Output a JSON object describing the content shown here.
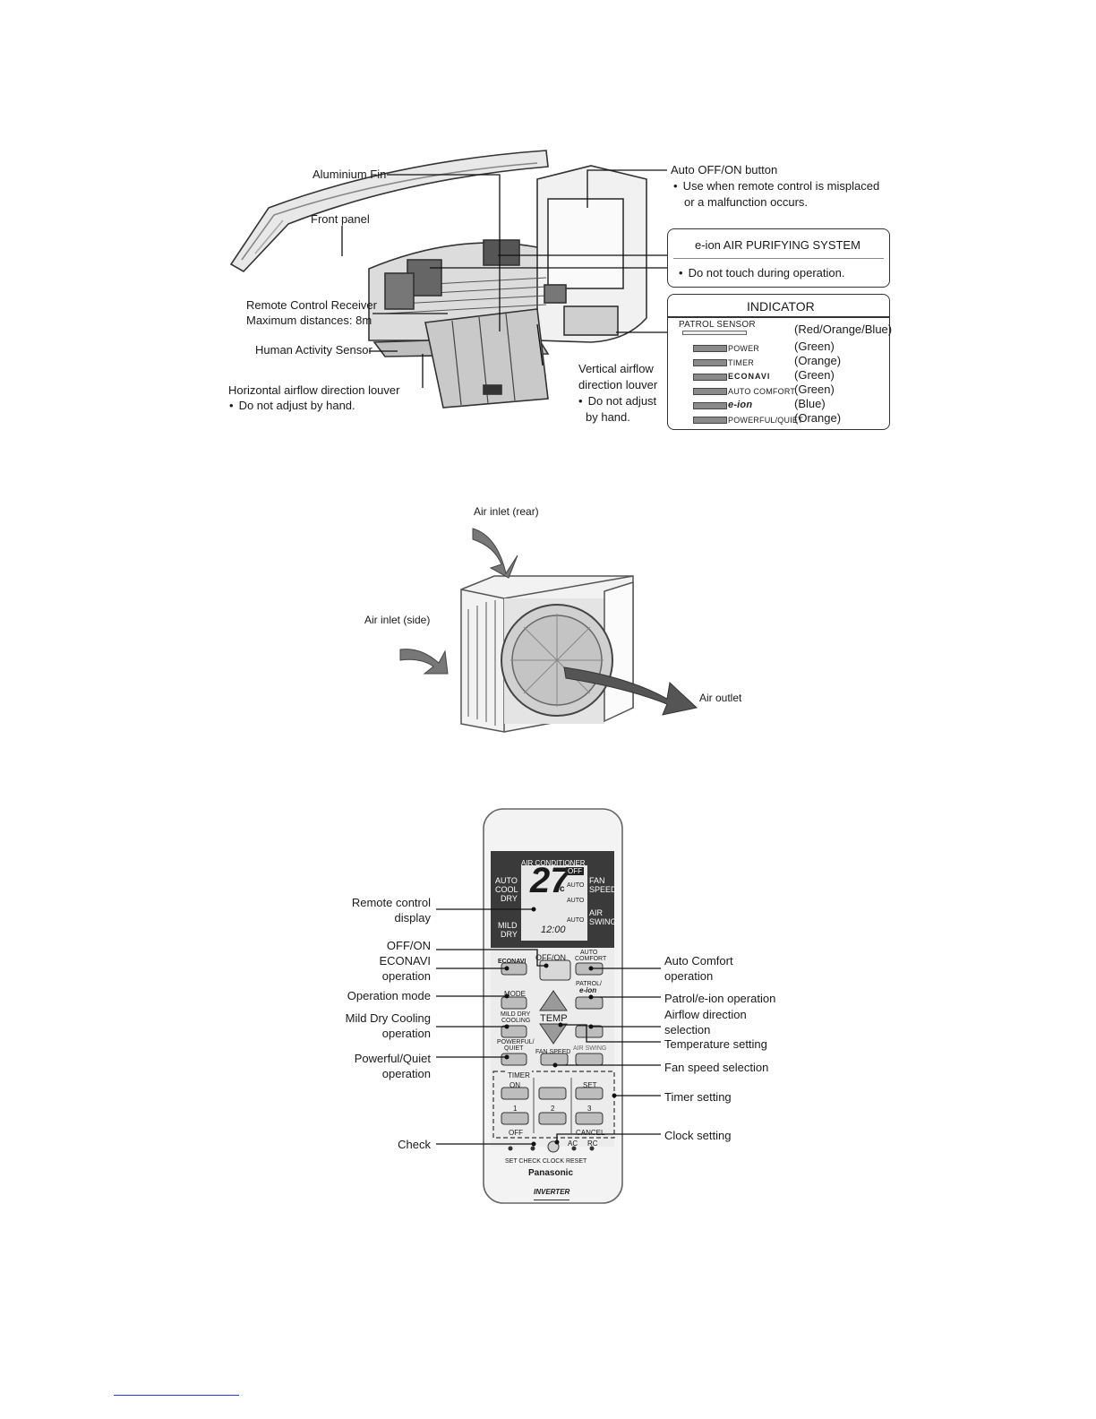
{
  "indoor": {
    "aluminium_fin": "Aluminium Fin",
    "front_panel": "Front panel",
    "auto_btn_title": "Auto OFF/ON button",
    "auto_btn_note_1": "Use when remote control is misplaced",
    "auto_btn_note_2": "or a malfunction occurs.",
    "eion_title": "e-ion AIR PURIFYING SYSTEM",
    "eion_note": "Do not touch during operation.",
    "receiver_1": "Remote Control Receiver",
    "receiver_2": "Maximum distances: 8m",
    "human_sensor": "Human Activity Sensor",
    "horiz_louver": "Horizontal airflow direction louver",
    "horiz_note": "Do not adjust by hand.",
    "vert_louver_1": "Vertical airflow",
    "vert_louver_2": "direction louver",
    "vert_note_1": "Do not adjust",
    "vert_note_2": "by hand."
  },
  "indicator": {
    "title": "INDICATOR",
    "patrol": "PATROL SENSOR",
    "patrol_color": "(Red/Orange/Blue)",
    "rows": [
      {
        "name": "POWER",
        "color": "(Green)"
      },
      {
        "name": "TIMER",
        "color": "(Orange)"
      },
      {
        "name": "ECONAVI",
        "color": "(Green)"
      },
      {
        "name": "AUTO COMFORT",
        "color": "(Green)"
      },
      {
        "name": "e-ion",
        "color": "(Blue)"
      },
      {
        "name": "POWERFUL/QUIET",
        "color": "(Orange)"
      }
    ]
  },
  "outdoor": {
    "inlet_rear": "Air inlet (rear)",
    "inlet_side": "Air inlet (side)",
    "outlet": "Air outlet"
  },
  "remote": {
    "header": "AIR CONDITIONER",
    "temp": "27",
    "unit": "°c",
    "off": "OFF",
    "auto_cool_dry": [
      "AUTO",
      "COOL",
      "DRY"
    ],
    "mild_dry": [
      "MILD",
      "DRY"
    ],
    "auto": "AUTO",
    "fan_speed": [
      "FAN",
      "SPEED"
    ],
    "air_swing": [
      "AIR",
      "SWING"
    ],
    "clock": "12:00",
    "offon": "OFF/ON",
    "econavi": "ECONAVI",
    "auto_comfort": [
      "AUTO",
      "COMFORT"
    ],
    "mode": "MODE",
    "patrol_eion": [
      "PATROL/",
      "e-ion"
    ],
    "mild_dry_cooling": [
      "MILD DRY",
      "COOLING"
    ],
    "temp_label": "TEMP",
    "powerful_quiet": [
      "POWERFUL/",
      "QUIET"
    ],
    "fan_speed_btn": "FAN SPEED",
    "air_swing_btn": "AIR SWING",
    "timer": "TIMER",
    "on": "ON",
    "set": "SET",
    "n1": "1",
    "n2": "2",
    "n3": "3",
    "off_btn": "OFF",
    "cancel": "CANCEL",
    "ac": "AC",
    "rc": "RC",
    "bottom_labels": "SET  CHECK  CLOCK      RESET",
    "brand": "Panasonic",
    "inverter": "INVERTER",
    "callouts_left": {
      "display_1": "Remote control",
      "display_2": "display",
      "offon": "OFF/ON",
      "econavi_1": "ECONAVI",
      "econavi_2": "operation",
      "mode": "Operation mode",
      "mild_1": "Mild Dry Cooling",
      "mild_2": "operation",
      "pq_1": "Powerful/Quiet",
      "pq_2": "operation",
      "check": "Check"
    },
    "callouts_right": {
      "ac_1": "Auto Comfort",
      "ac_2": "operation",
      "patrol": "Patrol/e-ion operation",
      "air_1": "Airflow direction",
      "air_2": "selection",
      "temp": "Temperature setting",
      "fan": "Fan speed selection",
      "timer": "Timer setting",
      "clock": "Clock setting"
    }
  }
}
